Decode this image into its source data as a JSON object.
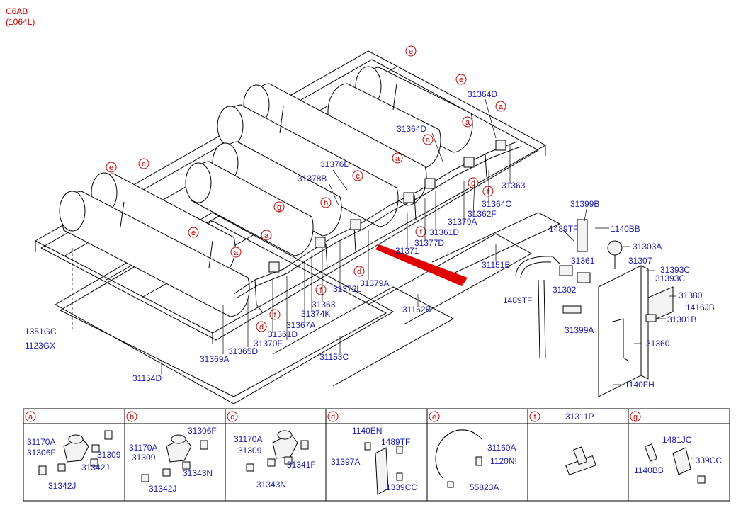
{
  "header": {
    "model": "C6AB",
    "variant": "(1064L)"
  },
  "callouts": {
    "e1": "e",
    "e2": "e",
    "e3": "e",
    "e4": "e",
    "e5": "e",
    "a1": "a",
    "a2": "a",
    "a3": "a",
    "a4": "a",
    "a5": "a",
    "b1": "b",
    "c1": "c",
    "g1": "g",
    "d1": "d",
    "d2": "d",
    "d3": "d",
    "f1": "f",
    "f2": "f",
    "f3": "f",
    "f4": "f"
  },
  "labels": {
    "p31364D_1": "31364D",
    "p31364D_2": "31364D",
    "p31376D": "31376D",
    "p31378B": "31378B",
    "p31363_1": "31363",
    "p31364C": "31364C",
    "p31362F": "31362F",
    "p31379A_1": "31379A",
    "p31361D_1": "31361D",
    "p31377D": "31377D",
    "p31371": "31371",
    "p31151B": "31151B",
    "p31379A_2": "31379A",
    "p31372L": "31372L",
    "p31363_2": "31363",
    "p31374K": "31374K",
    "p31367A": "31367A",
    "p31152B": "31152B",
    "p31361D_2": "31361D",
    "p31370F": "31370F",
    "p31365D": "31365D",
    "p31369A": "31369A",
    "p31153C": "31153C",
    "p31154D": "31154D",
    "p1351GC": "1351GC",
    "p1123GX": "1123GX",
    "p31399B": "31399B",
    "p1489TF_1": "1489TF",
    "p1140BB_1": "1140BB",
    "p31303A": "31303A",
    "p31361": "31361",
    "p31307": "31307",
    "p31393C_1": "31393C",
    "p31393C_2": "31393C",
    "p31302": "31302",
    "p31380": "31380",
    "p1489TF_2": "1489TF",
    "p1416JB": "1416JB",
    "p31301B": "31301B",
    "p31399A": "31399A",
    "p31360": "31360",
    "p1140FH": "1140FH"
  },
  "panels": [
    {
      "key": "a",
      "title": "",
      "labels": [
        "31170A",
        "31306F",
        "31309",
        "31342J",
        "31342J"
      ]
    },
    {
      "key": "b",
      "title": "",
      "labels": [
        "31306F",
        "31170A",
        "31309",
        "31343N",
        "31342J"
      ]
    },
    {
      "key": "c",
      "title": "",
      "labels": [
        "31170A",
        "31309",
        "31341F",
        "31343N"
      ]
    },
    {
      "key": "d",
      "title": "",
      "labels": [
        "1140EN",
        "1489TF",
        "31397A",
        "1339CC"
      ]
    },
    {
      "key": "e",
      "title": "",
      "labels": [
        "31160A",
        "1120NI",
        "55823A"
      ]
    },
    {
      "key": "f",
      "title": "31311P",
      "labels": []
    },
    {
      "key": "g",
      "title": "",
      "labels": [
        "1481JC",
        "1140BB",
        "1339CC"
      ]
    }
  ],
  "colors": {
    "label": "#1a1aa8",
    "callout": "#c00000",
    "arrow": "#e00000"
  }
}
